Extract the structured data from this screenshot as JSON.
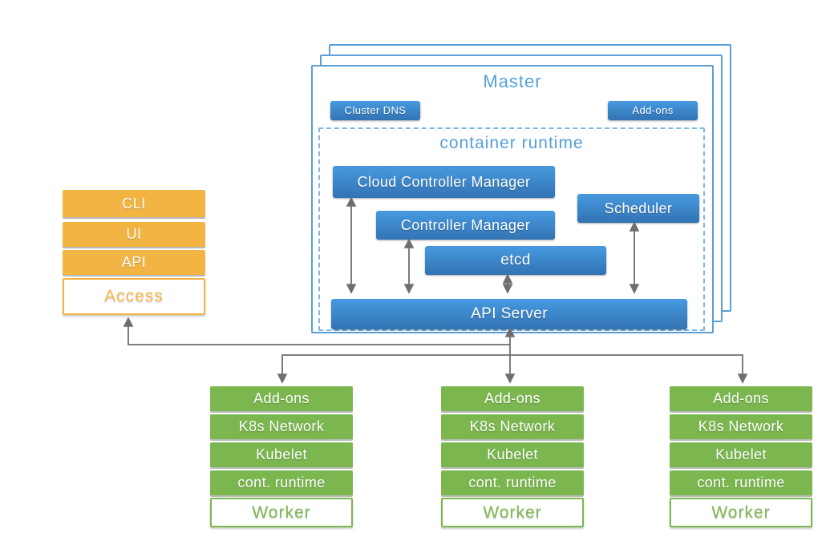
{
  "access_panel": {
    "items": [
      "CLI",
      "UI",
      "API"
    ],
    "footer": "Access"
  },
  "master_panel": {
    "title": "Master",
    "buttons": {
      "cluster_dns": "Cluster DNS",
      "addons": "Add-ons"
    },
    "container_runtime": {
      "label": "container runtime",
      "components": {
        "cloud_controller_manager": "Cloud Controller Manager",
        "controller_manager": "Controller Manager",
        "etcd": "etcd",
        "scheduler": "Scheduler",
        "api_server": "API Server"
      }
    }
  },
  "workers": [
    {
      "rows": [
        "Add-ons",
        "K8s Network",
        "Kubelet",
        "cont. runtime"
      ],
      "footer": "Worker"
    },
    {
      "rows": [
        "Add-ons",
        "K8s Network",
        "Kubelet",
        "cont. runtime"
      ],
      "footer": "Worker"
    },
    {
      "rows": [
        "Add-ons",
        "K8s Network",
        "Kubelet",
        "cont. runtime"
      ],
      "footer": "Worker"
    }
  ],
  "colors": {
    "blue_gradient_top": "#479ae0",
    "blue_gradient_bottom": "#3273b3",
    "light_blue_text": "#54a0d8",
    "blue_border": "#5b9fd6",
    "dashed_border": "#7cb8e6",
    "orange": "#f2b544",
    "green": "#7bb74e",
    "arrow_gray": "#6e6e6e"
  }
}
